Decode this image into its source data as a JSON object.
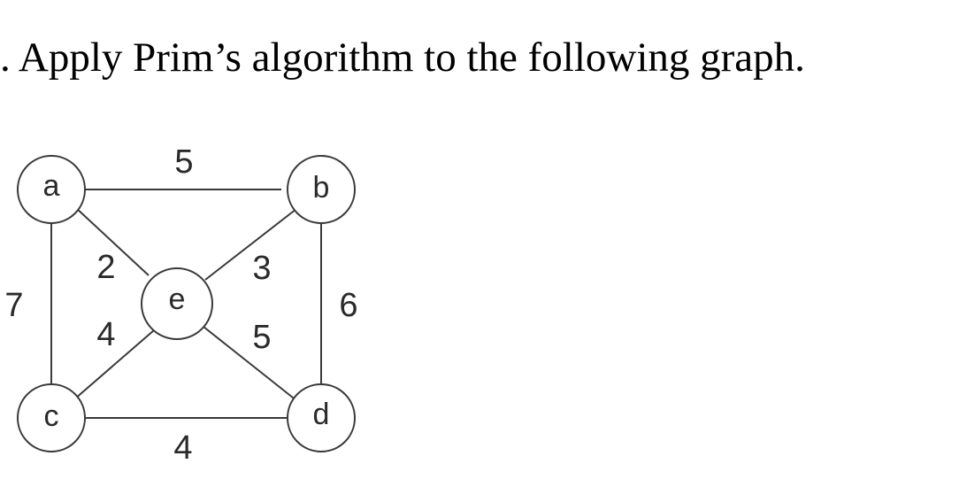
{
  "question": ". Apply Prim’s algorithm to the following graph.",
  "graph": {
    "nodes": [
      {
        "id": "a",
        "label": "a"
      },
      {
        "id": "b",
        "label": "b"
      },
      {
        "id": "c",
        "label": "c"
      },
      {
        "id": "d",
        "label": "d"
      },
      {
        "id": "e",
        "label": "e"
      }
    ],
    "edges": [
      {
        "from": "a",
        "to": "b",
        "weight": "5"
      },
      {
        "from": "a",
        "to": "e",
        "weight": "2"
      },
      {
        "from": "a",
        "to": "c",
        "weight": "7"
      },
      {
        "from": "b",
        "to": "e",
        "weight": "3"
      },
      {
        "from": "b",
        "to": "d",
        "weight": "6"
      },
      {
        "from": "c",
        "to": "e",
        "weight": "4"
      },
      {
        "from": "e",
        "to": "d",
        "weight": "5"
      },
      {
        "from": "c",
        "to": "d",
        "weight": "4"
      }
    ]
  }
}
